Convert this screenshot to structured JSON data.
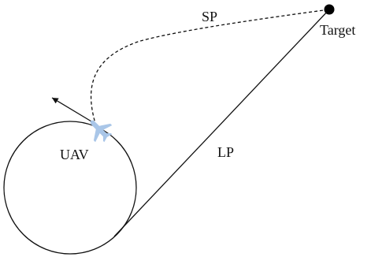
{
  "diagram": {
    "labels": {
      "sp": "SP",
      "target": "Target",
      "uav": "UAV",
      "lp": "LP"
    },
    "icons": {
      "aircraft": "airplane-icon",
      "target_marker": "target-dot-icon"
    },
    "colors": {
      "stroke": "#111111",
      "aircraft": "#a9c6e8",
      "target": "#000000"
    }
  }
}
